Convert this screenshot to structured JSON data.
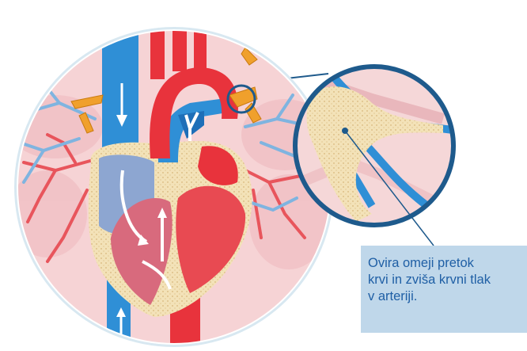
{
  "caption": {
    "lines": [
      "Ovira omeji pretok",
      "krvi in zviša krvni tlak",
      "v arteriji."
    ]
  },
  "colors": {
    "vein_blue": "#2f8fd6",
    "artery_red": "#e8333c",
    "tissue_pink": "#f3c9cc",
    "heart_muscle": "#f3e2b8",
    "callout_ring": "#1e5a8c",
    "caption_background": "#bfd7ea",
    "caption_text": "#1f5fa5",
    "blockage_orange": "#f0a02c"
  }
}
